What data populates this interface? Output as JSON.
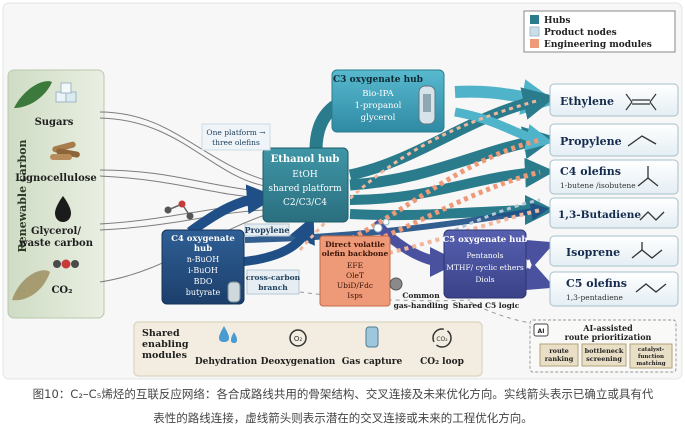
{
  "sidebar": {
    "label": "Renewable carbon"
  },
  "feedstocks": [
    "Sugars",
    "Lignocellulose",
    "Glycerol/\nwaste carbon",
    "CO₂"
  ],
  "legend": {
    "items": [
      {
        "label": "Hubs",
        "color": "#2a7c8c"
      },
      {
        "label": "Product nodes",
        "color": "#c9dee8"
      },
      {
        "label": "Engineering modules",
        "color": "#ee9a78"
      }
    ]
  },
  "hubs": {
    "c3": {
      "title": "C3 oxygenate hub",
      "lines": [
        "Bio-IPA",
        "1-propanol",
        "glycerol"
      ]
    },
    "ethanol": {
      "title": "Ethanol hub",
      "lines": [
        "EtOH",
        "shared platform",
        "C2/C3/C4"
      ]
    },
    "c4": {
      "title": "C4 oxygenate hub",
      "lines": [
        "n-BuOH",
        "i-BuOH",
        "BDO",
        "butyrate"
      ]
    },
    "c5": {
      "title": "C5 oxygenate hub",
      "lines": [
        "Pentanols",
        "MTHF/ cyclic ethers",
        "Diols"
      ]
    }
  },
  "modules": {
    "dvo": {
      "title": "Direct volatile olefin backbone",
      "lines": [
        "EFE",
        "OleT",
        "UbiD/Fdc",
        "Isps"
      ]
    },
    "common_gas": "Common gas-handling",
    "shared_c5": "Shared C5 logic"
  },
  "annotations": {
    "one_platform": "One platform → three olefins",
    "propylene_tag": "Propylene",
    "cross_carbon": "cross-carbon branch"
  },
  "products": [
    {
      "name": "Ethylene",
      "sub": ""
    },
    {
      "name": "Propylene",
      "sub": ""
    },
    {
      "name": "C4 olefins",
      "sub": "1-butene /isobutene"
    },
    {
      "name": "1,3-Butadiene",
      "sub": ""
    },
    {
      "name": "Isoprene",
      "sub": ""
    },
    {
      "name": "C5 olefins",
      "sub": "1,3-pentadiene"
    }
  ],
  "shared_modules": {
    "title": "Shared enabling modules",
    "items": [
      "Dehydration",
      "Deoxygenation",
      "Gas capture",
      "CO₂ loop"
    ]
  },
  "ai": {
    "title": "AI-assisted route prioritization",
    "badge": "AI",
    "boxes": [
      "route ranking",
      "bottleneck screening",
      "catalyst-function matching"
    ]
  },
  "caption": {
    "line1": "图10：C₂–C₅烯烃的互联反应网络：各合成路线共用的骨架结构、交叉连接及未来优化方向。实线箭头表示已确立或具有代",
    "line2": "表性的路线连接，虚线箭头则表示潜在的交叉连接或未来的工程优化方向。"
  }
}
